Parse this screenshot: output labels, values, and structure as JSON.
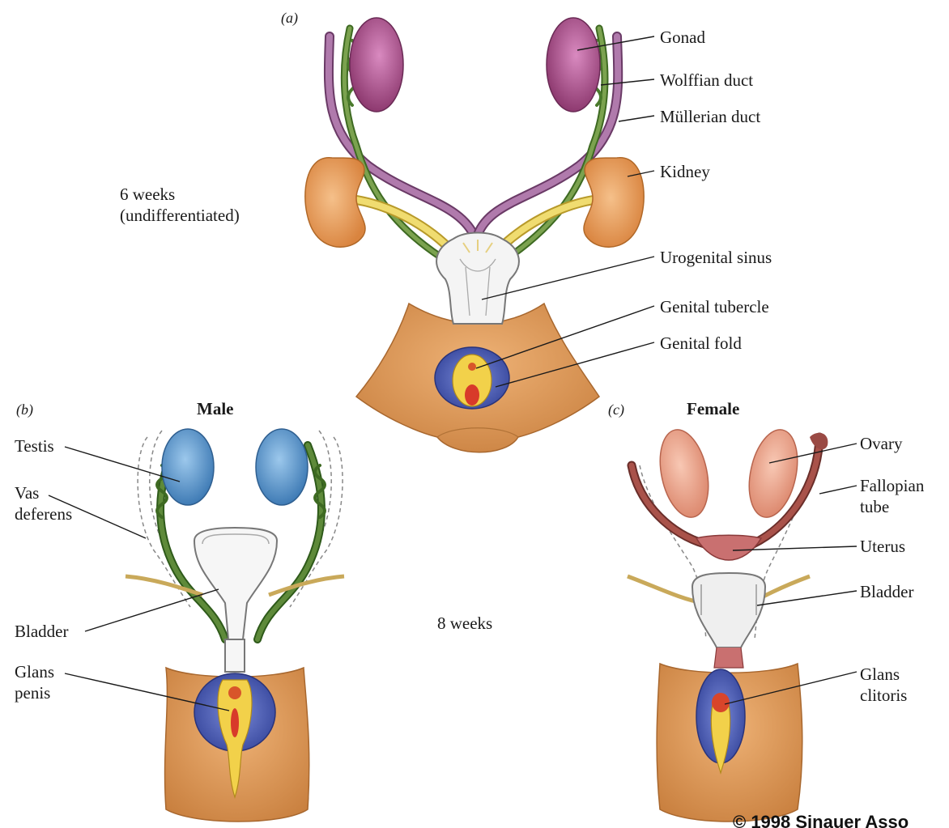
{
  "panels": {
    "a": {
      "tag": "(a)",
      "stage_label": [
        "6 weeks",
        "(undifferentiated)"
      ],
      "labels": {
        "gonad": "Gonad",
        "wolffian": "Wolffian duct",
        "mullerian": "Müllerian duct",
        "kidney": "Kidney",
        "urogenital_sinus": "Urogenital sinus",
        "genital_tubercle": "Genital tubercle",
        "genital_fold": "Genital fold"
      }
    },
    "b": {
      "tag": "(b)",
      "title": "Male",
      "labels": {
        "testis": "Testis",
        "vas_1": "Vas",
        "vas_2": "deferens",
        "bladder": "Bladder",
        "glans_1": "Glans",
        "glans_2": "penis"
      }
    },
    "c": {
      "tag": "(c)",
      "title": "Female",
      "labels": {
        "ovary": "Ovary",
        "fallopian_1": "Fallopian",
        "fallopian_2": "tube",
        "uterus": "Uterus",
        "bladder": "Bladder",
        "glans_1": "Glans",
        "glans_2": "clitoris"
      }
    }
  },
  "center_label": "8 weeks",
  "copyright": "© 1998 Sinauer Asso",
  "colors": {
    "gonad": "#a0457f",
    "wolffian": "#5e8a3a",
    "mullerian": "#8a5a86",
    "kidney": "#e49a55",
    "ureter": "#e8d060",
    "skin": "#dd9a5c",
    "fold": "#4a5ab0",
    "tubercle": "#f2d14a",
    "testis": "#5a93c8",
    "ovary": "#eba38c",
    "fallopian": "#9a4a44"
  }
}
